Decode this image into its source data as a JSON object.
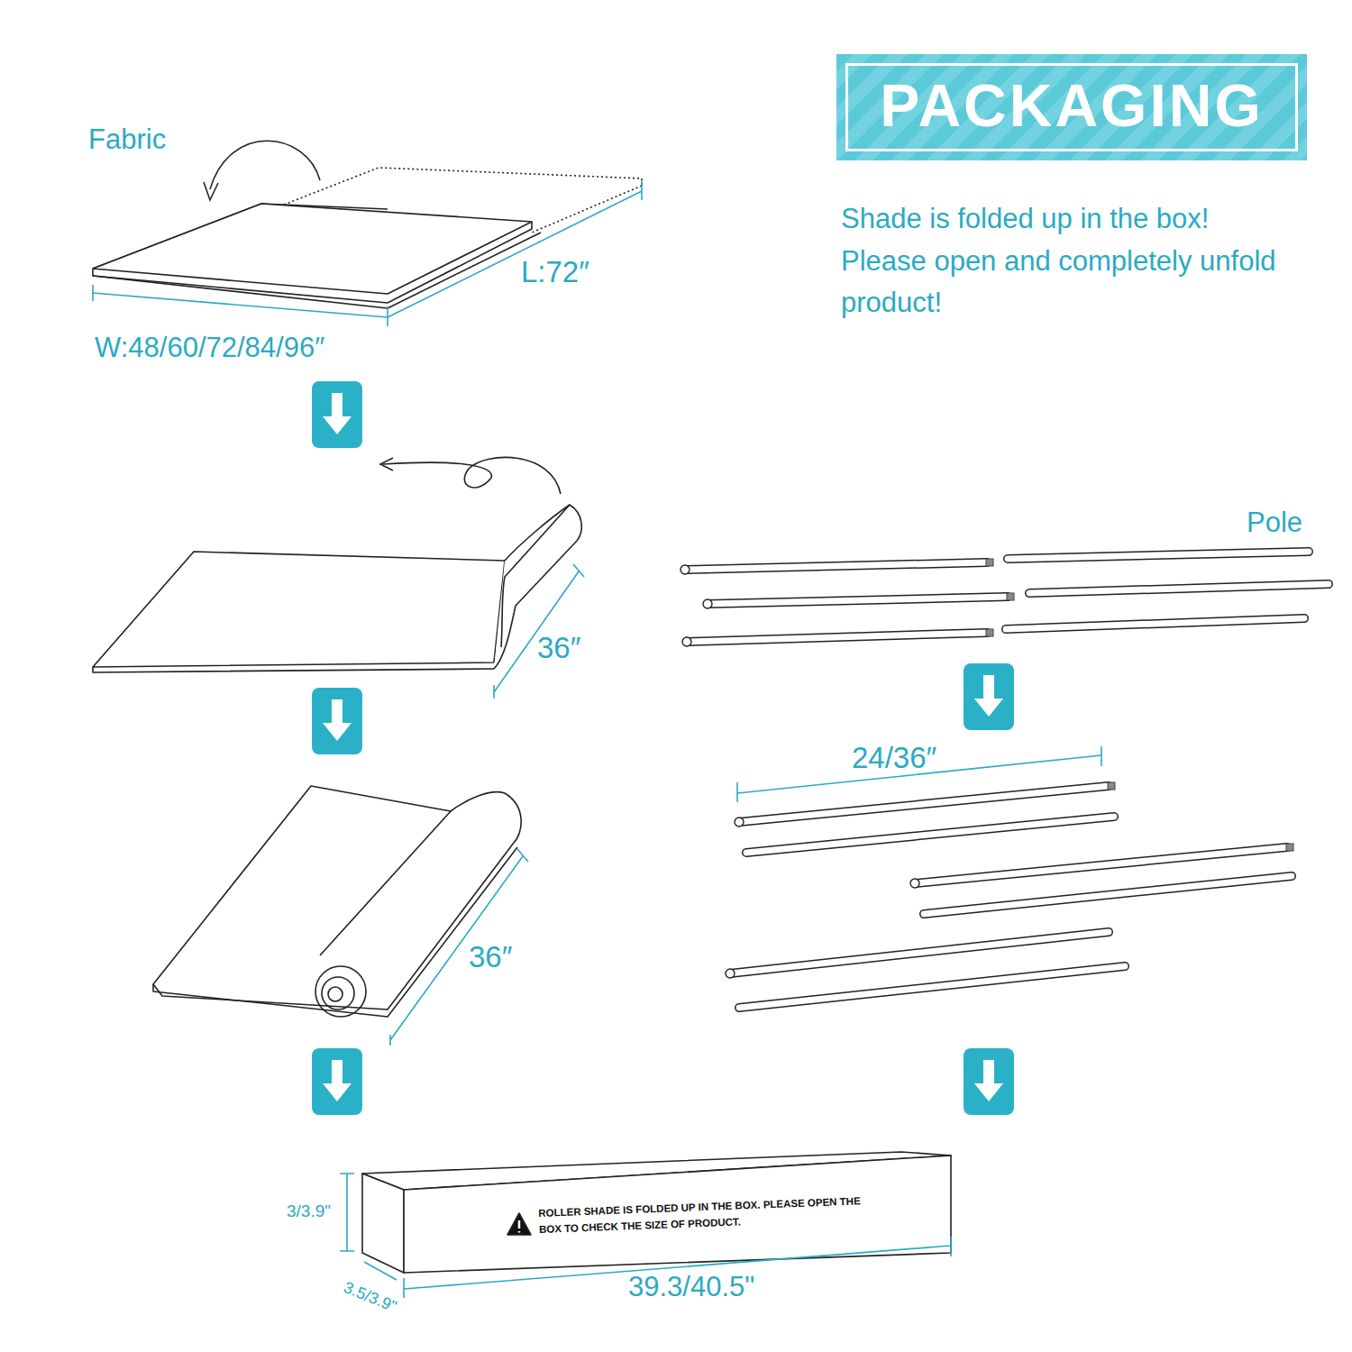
{
  "diagram": {
    "title": "PACKAGING",
    "nodes": [
      {
        "text": [
          "ROLLER SHADE IS FOLDED UP IN THE BOX. PLEASE OPEN THE BOX TO CHECK THE SIZE OF PRODUCT."
        ]
      }
    ],
    "labels": [
      "Fabric",
      "L:72″",
      "W:48/60/72/84/96″",
      "36″",
      "36″",
      "Shade is folded up in the box! Please open and completely unfold product!",
      "Pole",
      "24/36″",
      "3/3.9\"",
      "3.5/3.9\"",
      "39.3/40.5\""
    ]
  }
}
